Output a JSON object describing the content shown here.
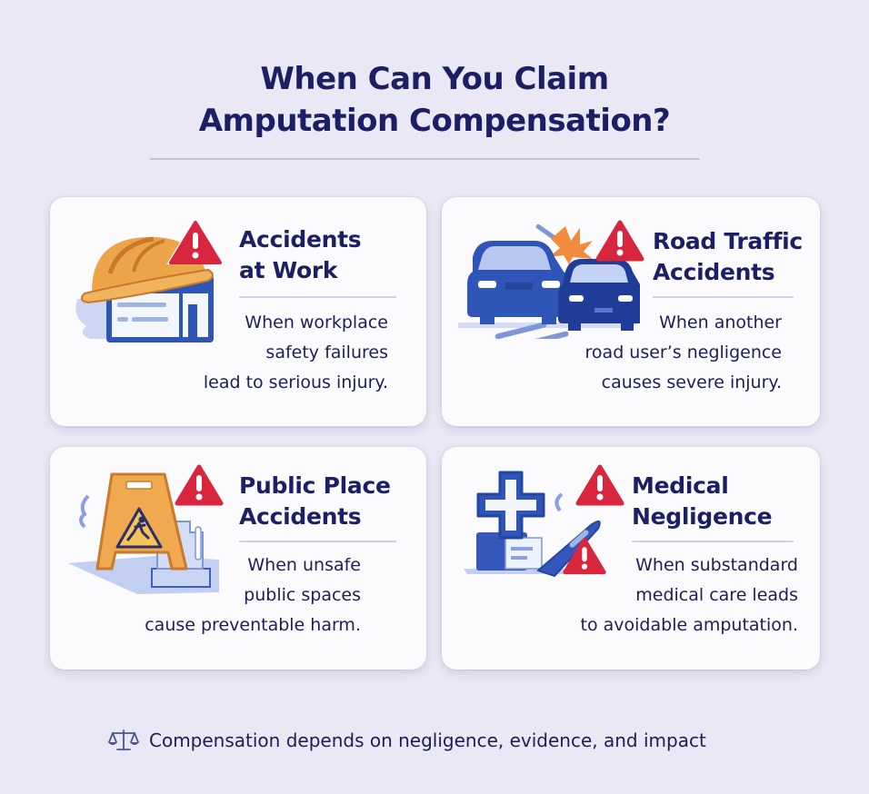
{
  "header": {
    "title_line1": "When Can You Claim",
    "title_line2": "Amputation Compensation?"
  },
  "colors": {
    "background": "#e9e8f4",
    "navy_text": "#1c1f63",
    "card_bg": "#fbfbfe",
    "warning_red": "#d7263d",
    "icon_blue": "#2b4aa8",
    "helmet_orange": "#e99a3a"
  },
  "cards": [
    {
      "title_line1": "Accidents",
      "title_line2": "at Work",
      "desc_line1": "When workplace",
      "desc_line2": "safety failures",
      "desc_line3": "lead to serious injury.",
      "icon": "hard-hat-warning-icon"
    },
    {
      "title_line1": "Road Traffic",
      "title_line2": "Accidents",
      "desc_line1": "When another",
      "desc_line2": "road user’s negligence",
      "desc_line3": "causes severe injury.",
      "icon": "car-crash-warning-icon"
    },
    {
      "title_line1": "Public Place",
      "title_line2": "Accidents",
      "desc_line1": "When unsafe",
      "desc_line2": "public spaces",
      "desc_line3": "cause preventable harm.",
      "icon": "wet-floor-sign-warning-icon"
    },
    {
      "title_line1": "Medical",
      "title_line2": "Negligence",
      "desc_line1": "When substandard",
      "desc_line2": "medical care leads",
      "desc_line3": "to avoidable amputation.",
      "icon": "medical-cross-scalpel-warning-icon"
    }
  ],
  "footer": {
    "icon": "scales-of-justice-icon",
    "text": "Compensation depends on negligence, evidence, and impact"
  }
}
